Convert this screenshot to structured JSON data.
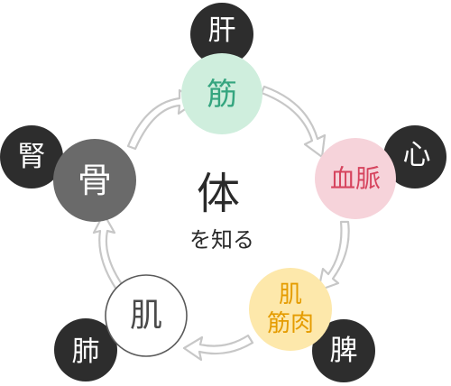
{
  "center": {
    "title": "体",
    "subtitle": "を知る"
  },
  "nodes": {
    "top": {
      "organ": "肝",
      "element": "筋",
      "fill": "#cfeedd",
      "stroke": "none",
      "text_color": "#35a57f"
    },
    "right": {
      "organ": "心",
      "element": "血脈",
      "fill": "#f6d3da",
      "stroke": "none",
      "text_color": "#d6445e"
    },
    "bottom_right": {
      "organ": "脾",
      "line1": "肌",
      "line2": "筋肉",
      "fill": "#fde8ab",
      "stroke": "none",
      "text_color": "#e59c00"
    },
    "bottom_left": {
      "organ": "肺",
      "element": "肌",
      "fill": "#ffffff",
      "stroke": "#5a5a5a",
      "text_color": "#4a4a4a"
    },
    "left": {
      "organ": "腎",
      "element": "骨",
      "fill": "#6a6a6a",
      "stroke": "none",
      "text_color": "#ffffff"
    }
  },
  "colors": {
    "organ_badge": "#2d2d2d",
    "arrow_stroke": "#c7c7c7"
  }
}
